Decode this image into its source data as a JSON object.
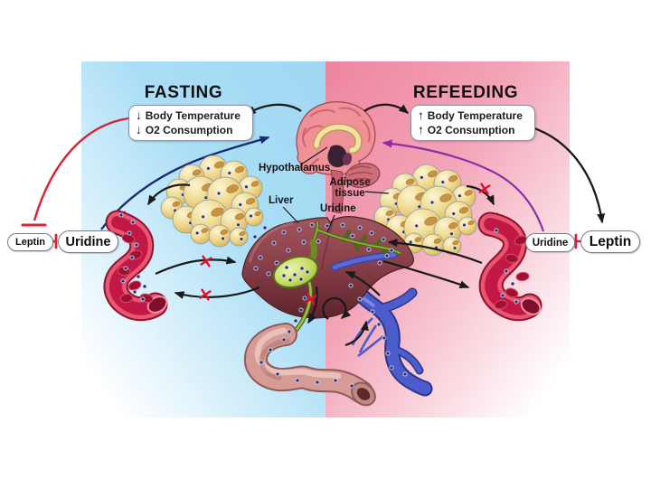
{
  "fasting": {
    "title": "FASTING",
    "box": {
      "items": [
        {
          "arrow": "↓",
          "label": "Body Temperature"
        },
        {
          "arrow": "↓",
          "label": "O2 Consumption"
        }
      ]
    },
    "pills": {
      "hormone": "Leptin",
      "metabolite": "Uridine"
    }
  },
  "refeeding": {
    "title": "REFEEDING",
    "box": {
      "items": [
        {
          "arrow": "↑",
          "label": "Body Temperature"
        },
        {
          "arrow": "↑",
          "label": "O2 Consumption"
        }
      ]
    },
    "pills": {
      "metabolite": "Uridine",
      "hormone": "Leptin"
    }
  },
  "labels": {
    "hypothalamus": "Hypothalamus",
    "liver": "Liver",
    "uridine": "Uridine",
    "adipose": "Adipose tissue"
  },
  "colors": {
    "fasting_bg": "#a0d7f2",
    "refeeding_bg": "#ee85a0",
    "inhibit": "#d42537",
    "cross": "#e0102c",
    "navy": "#1b2a6e",
    "purple": "#8b2fa8",
    "black": "#1a1a1a"
  }
}
